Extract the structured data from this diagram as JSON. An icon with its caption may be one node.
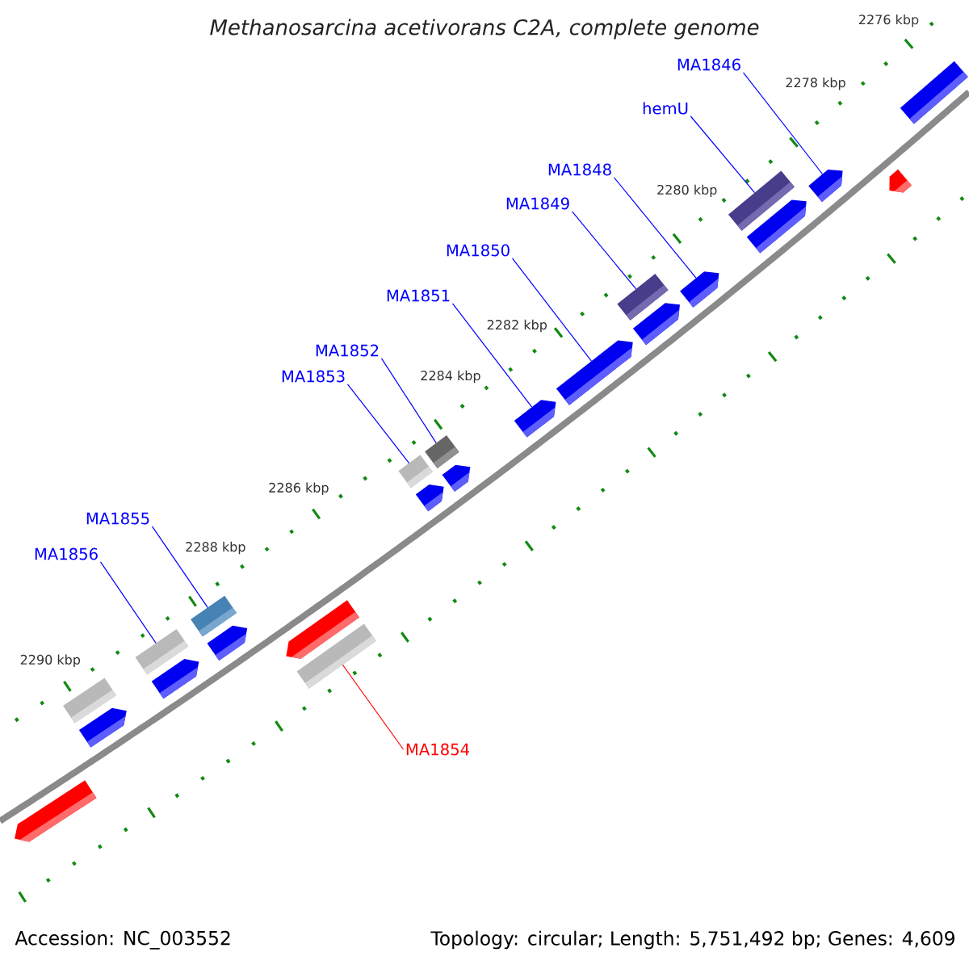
{
  "diagram": {
    "title": "Methanosarcina acetivorans C2A, complete genome",
    "nodes": [
      {
        "text": [
          "MA1846"
        ]
      },
      {
        "text": [
          "hemU"
        ]
      },
      {
        "text": [
          "MA1848"
        ]
      },
      {
        "text": [
          "MA1849"
        ]
      },
      {
        "text": [
          "MA1850"
        ]
      },
      {
        "text": [
          "MA1851"
        ]
      },
      {
        "text": [
          "MA1852"
        ]
      },
      {
        "text": [
          "MA1853"
        ]
      },
      {
        "text": [
          "MA1855"
        ]
      },
      {
        "text": [
          "MA1856"
        ]
      },
      {
        "text": [
          "MA1854"
        ]
      },
      {
        "text": [],
        "shape": "bar"
      },
      {
        "text": [],
        "shape": "arrow"
      },
      {
        "text": [],
        "shape": "arrow"
      },
      {
        "text": [],
        "shape": "box"
      },
      {
        "text": [],
        "shape": "arrow"
      },
      {
        "text": [],
        "shape": "arrow"
      },
      {
        "text": [],
        "shape": "box"
      },
      {
        "text": [],
        "shape": "arrow"
      },
      {
        "text": [],
        "shape": "arrow"
      },
      {
        "text": [],
        "shape": "arrow"
      },
      {
        "text": [],
        "shape": "box"
      },
      {
        "text": [],
        "shape": "arrow"
      },
      {
        "text": [],
        "shape": "box"
      },
      {
        "text": [],
        "shape": "arrow"
      },
      {
        "text": [],
        "shape": "arrow"
      },
      {
        "text": [],
        "shape": "box"
      },
      {
        "text": [],
        "shape": "box"
      },
      {
        "text": [],
        "shape": "arrow"
      },
      {
        "text": [],
        "shape": "box"
      },
      {
        "text": [],
        "shape": "arrow"
      },
      {
        "text": [],
        "shape": "box"
      },
      {
        "text": [],
        "shape": "arrow"
      },
      {
        "text": [],
        "shape": "arrow"
      }
    ],
    "edges": [
      {
        "from": 0,
        "to": 13,
        "arrow": "none"
      },
      {
        "from": 1,
        "to": 14,
        "arrow": "none"
      },
      {
        "from": 2,
        "to": 16,
        "arrow": "none"
      },
      {
        "from": 3,
        "to": 17,
        "arrow": "none"
      },
      {
        "from": 4,
        "to": 19,
        "arrow": "none"
      },
      {
        "from": 5,
        "to": 20,
        "arrow": "none"
      },
      {
        "from": 6,
        "to": 21,
        "arrow": "none"
      },
      {
        "from": 7,
        "to": 23,
        "arrow": "none"
      },
      {
        "from": 8,
        "to": 27,
        "arrow": "none"
      },
      {
        "from": 9,
        "to": 29,
        "arrow": "none"
      },
      {
        "from": 10,
        "to": 26,
        "arrow": "none",
        "color": "#ff0000"
      }
    ],
    "labels": [
      "2276 kbp",
      "2278 kbp",
      "2280 kbp",
      "2282 kbp",
      "2284 kbp",
      "2286 kbp",
      "2288 kbp",
      "2290 kbp",
      "Accession: NC_003552",
      "Topology: circular; Length: 5,751,492 bp; Genes: 4,609"
    ]
  }
}
